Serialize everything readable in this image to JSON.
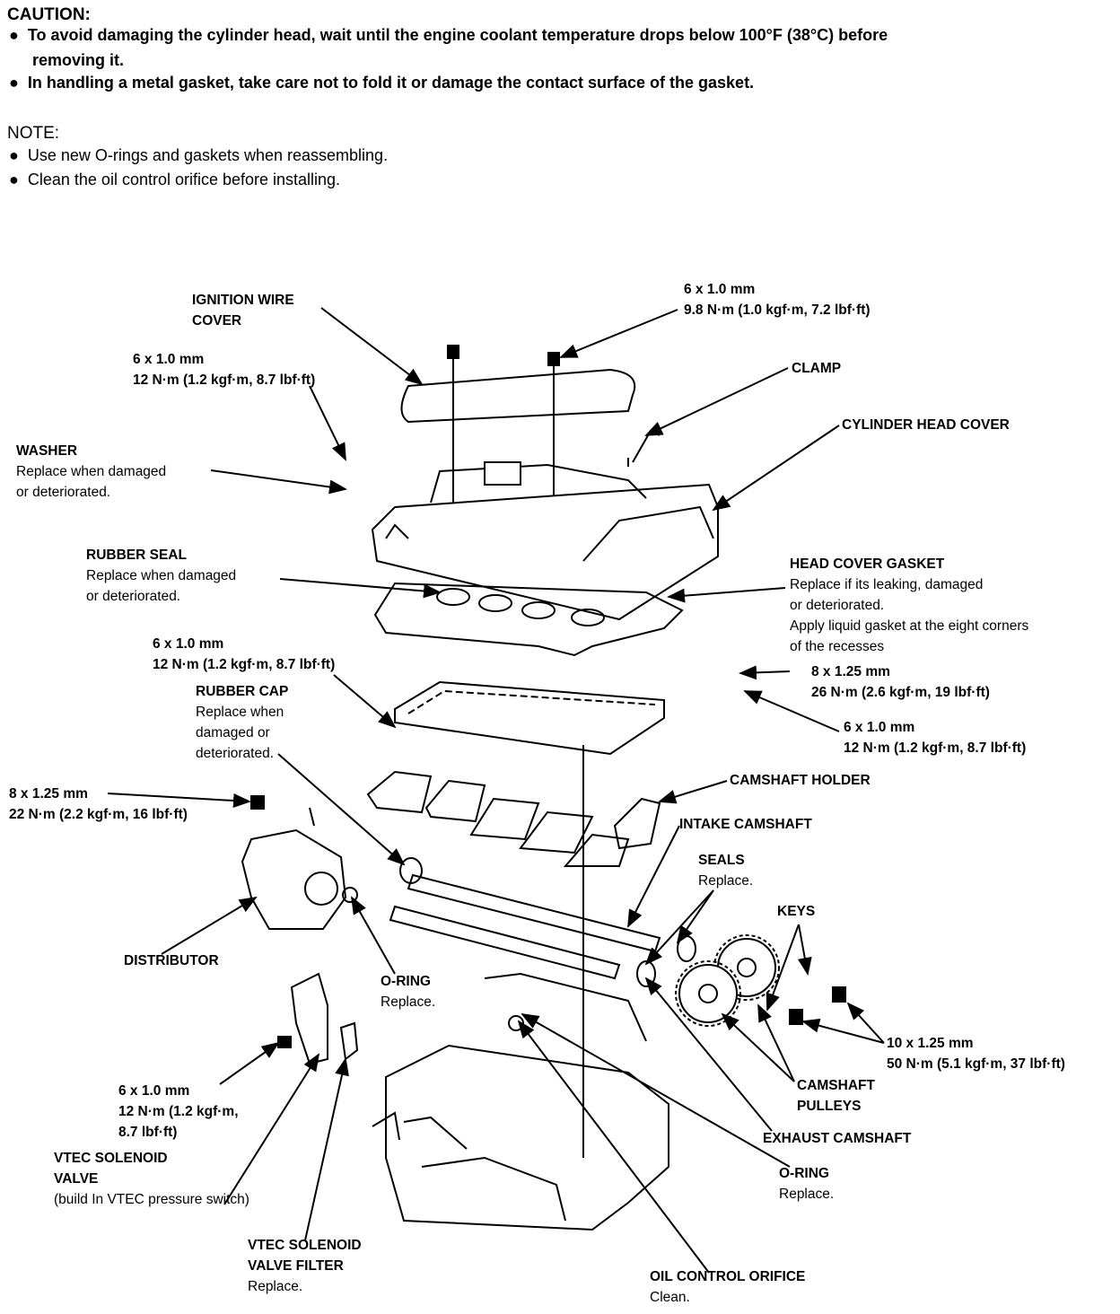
{
  "caution": {
    "title": "CAUTION:",
    "items": [
      "To avoid damaging the cylinder head, wait until the engine coolant temperature drops below 100°F (38°C) before",
      "removing it.",
      "In handling a metal gasket, take care not to fold it or damage the contact surface of the gasket."
    ]
  },
  "note": {
    "title": "NOTE:",
    "items": [
      "Use new O-rings and gaskets when reassembling.",
      "Clean the oil control orifice before installing."
    ]
  },
  "labels": {
    "ignition_wire_cover": [
      "IGNITION WIRE",
      "COVER"
    ],
    "bolt_6x10_top": [
      "6 x 1.0 mm",
      "9.8 N·m (1.0 kgf·m, 7.2 lbf·ft)"
    ],
    "bolt_6x10_left": [
      "6 x 1.0 mm",
      "12 N·m (1.2 kgf·m, 8.7 lbf·ft)"
    ],
    "clamp": "CLAMP",
    "cylinder_head_cover": "CYLINDER HEAD COVER",
    "washer": [
      "WASHER",
      "Replace when damaged",
      "or deteriorated."
    ],
    "rubber_seal": [
      "RUBBER SEAL",
      "Replace when damaged",
      "or deteriorated."
    ],
    "head_cover_gasket": [
      "HEAD COVER GASKET",
      "Replace if its leaking, damaged",
      "or deteriorated.",
      "Apply liquid gasket at the eight corners",
      "of the recesses"
    ],
    "bolt_6x10_mid": [
      "6 x 1.0 mm",
      "12 N·m (1.2 kgf·m, 8.7 lbf·ft)"
    ],
    "rubber_cap": [
      "RUBBER CAP",
      "Replace when",
      "damaged or",
      "deteriorated."
    ],
    "bolt_8x125_right": [
      "8 x 1.25 mm",
      "26 N·m (2.6 kgf·m, 19 lbf·ft)"
    ],
    "bolt_6x10_right": [
      "6 x 1.0 mm",
      "12 N·m (1.2 kgf·m, 8.7 lbf·ft)"
    ],
    "camshaft_holder": "CAMSHAFT HOLDER",
    "bolt_8x125_left": [
      "8 x 1.25 mm",
      "22 N·m (2.2 kgf·m, 16 lbf·ft)"
    ],
    "intake_camshaft": "INTAKE CAMSHAFT",
    "seals": [
      "SEALS",
      "Replace."
    ],
    "keys": "KEYS",
    "distributor": "DISTRIBUTOR",
    "oring_left": [
      "O-RING",
      "Replace."
    ],
    "bolt_10x125": [
      "10 x 1.25 mm",
      "50 N·m (5.1 kgf·m, 37 lbf·ft)"
    ],
    "camshaft_pulleys": [
      "CAMSHAFT",
      "PULLEYS"
    ],
    "bolt_6x10_bottom": [
      "6 x 1.0 mm",
      "12 N·m (1.2 kgf·m,",
      "8.7 lbf·ft)"
    ],
    "exhaust_camshaft": "EXHAUST CAMSHAFT",
    "vtec_solenoid_valve": [
      "VTEC SOLENOID",
      "VALVE",
      "(build In VTEC pressure switch)"
    ],
    "oring_right": [
      "O-RING",
      "Replace."
    ],
    "vtec_filter": [
      "VTEC SOLENOID",
      "VALVE FILTER",
      "Replace."
    ],
    "oil_control_orifice": [
      "OIL CONTROL ORIFICE",
      "Clean."
    ]
  }
}
